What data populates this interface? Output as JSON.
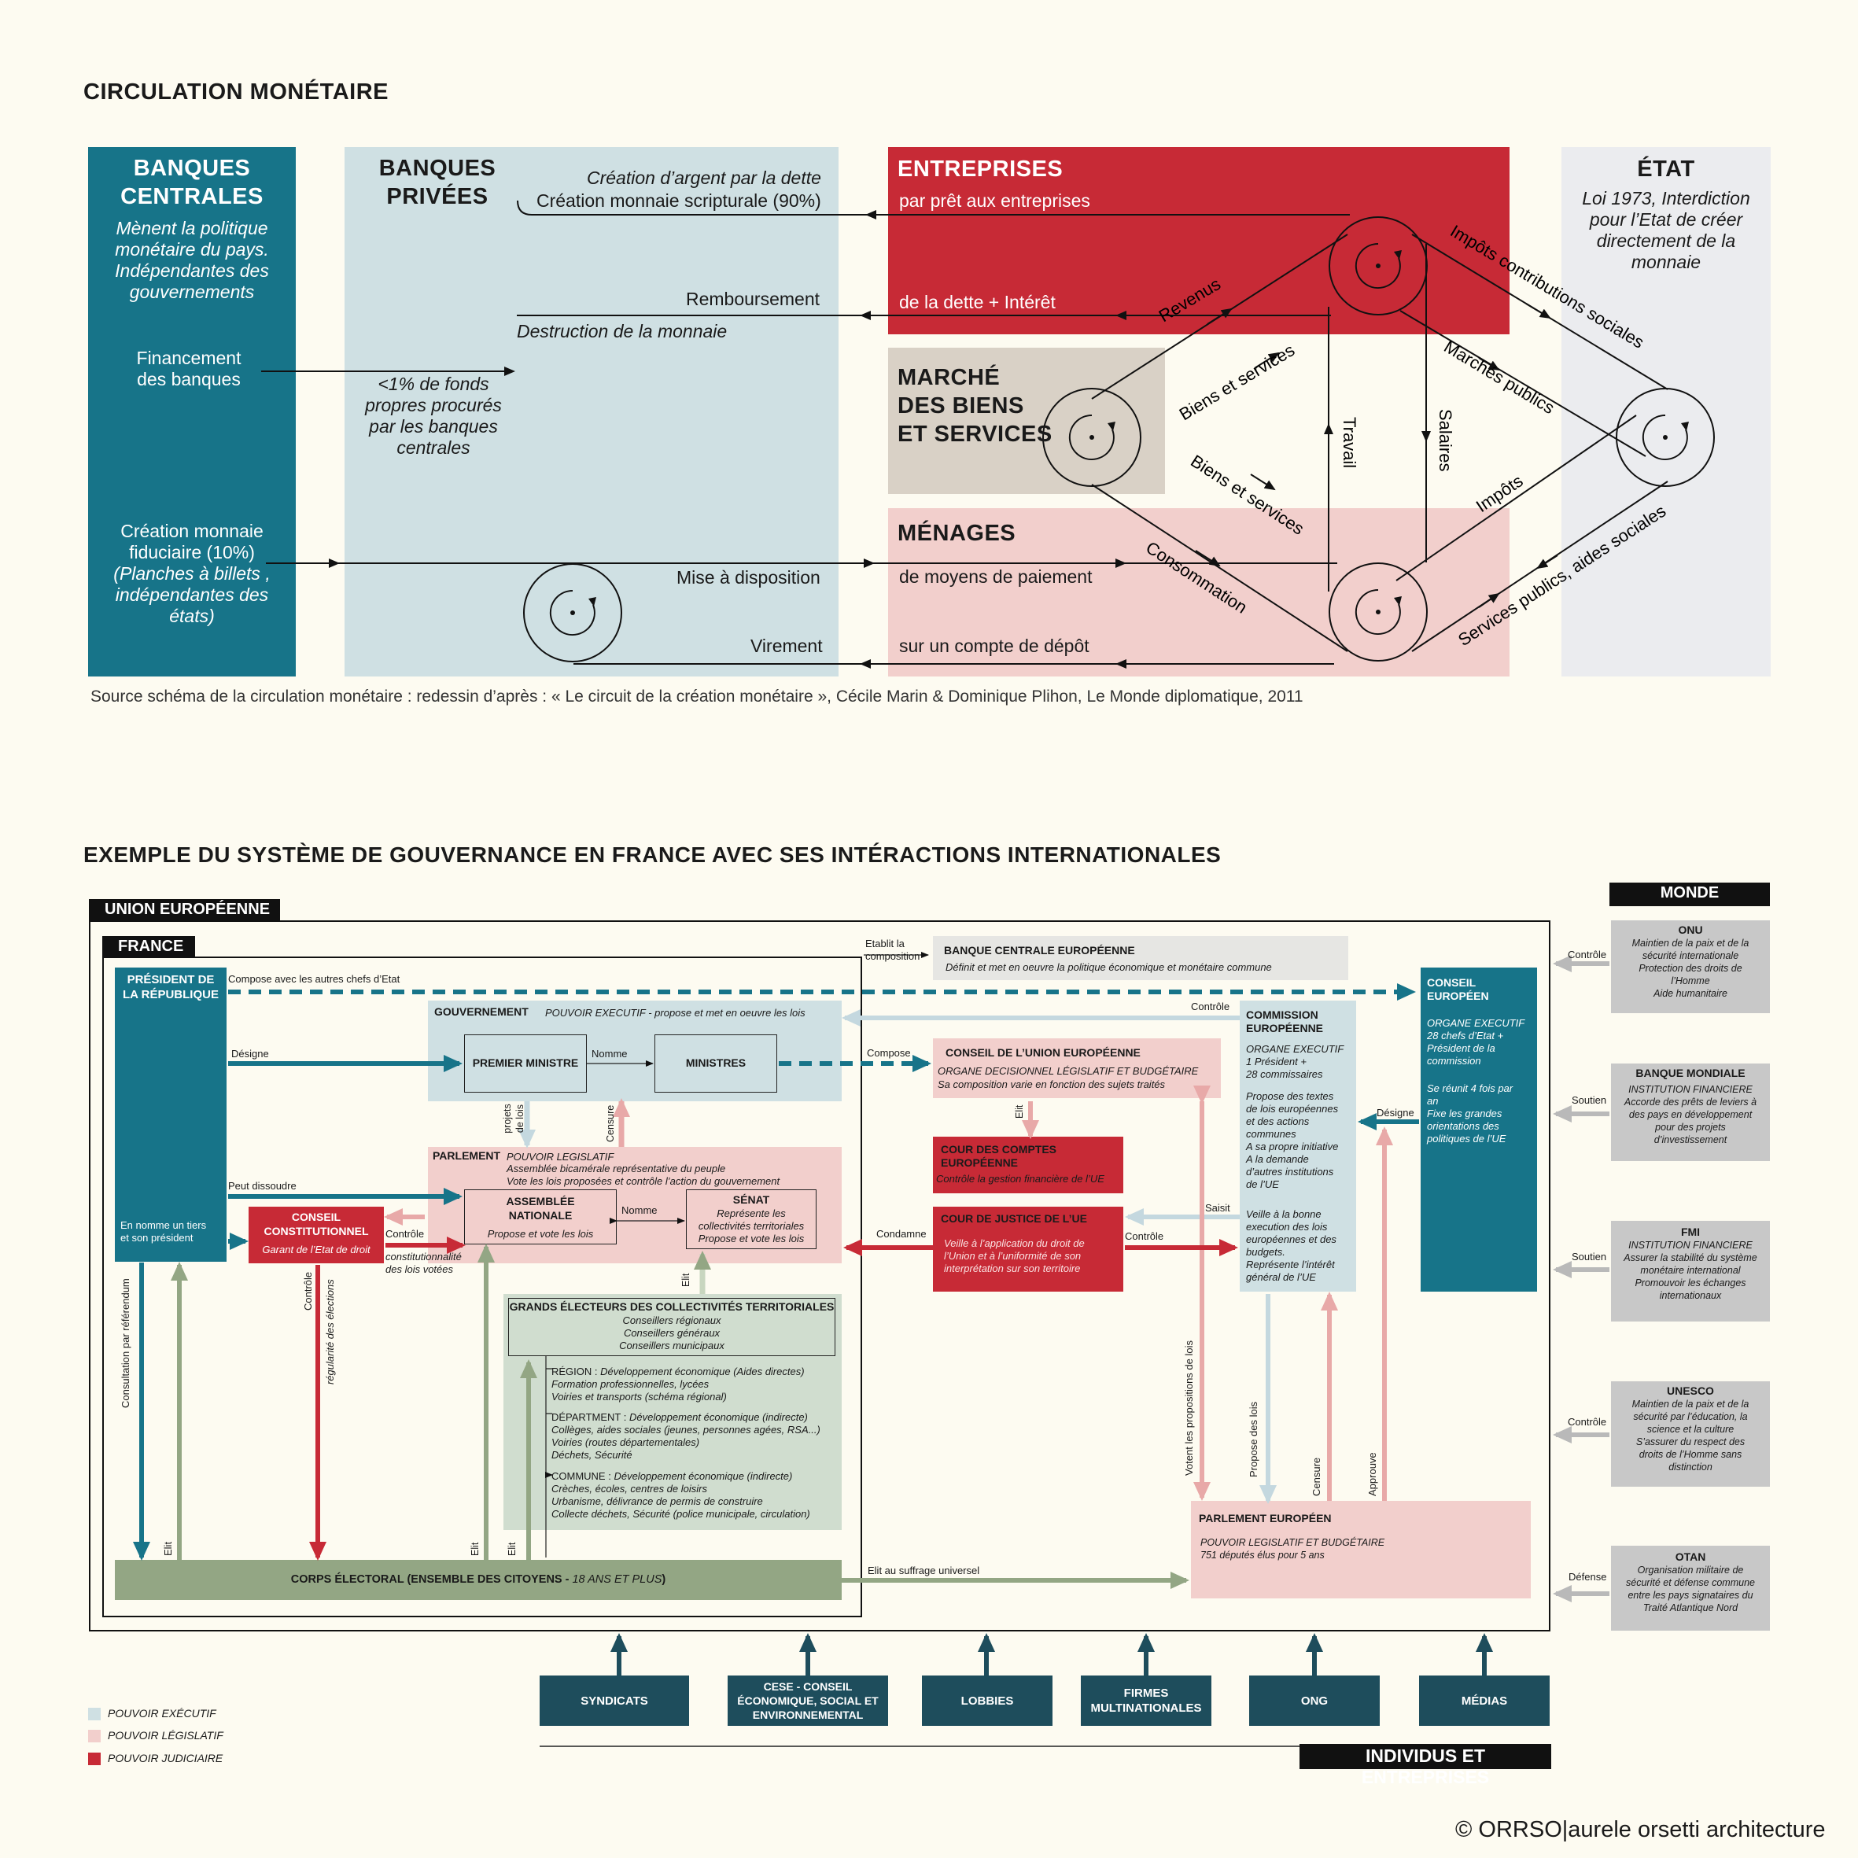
{
  "top": {
    "title": "CIRCULATION MONÉTAIRE",
    "bc": {
      "title": "BANQUES\nCENTRALES",
      "desc": "Mènent la politique\nmonétaire du pays.\nIndépendantes des\ngouvernements",
      "financement": "Financement\ndes banques",
      "creation": "Création monnaie\nfiduciaire (10%)",
      "creation_i": "(Planches à billets ,\nindépendantes des\nétats)"
    },
    "bp": {
      "title": "BANQUES\nPRIVÉES",
      "creation_dette": "Création d’argent par la dette",
      "scripturale": "Création monnaie scripturale (90%)",
      "remboursement": "Remboursement",
      "destruction": "Destruction de la monnaie",
      "fonds": "<1% de fonds\npropres procurés\npar les banques\ncentrales",
      "mise": "Mise à disposition",
      "virement": "Virement"
    },
    "ent": {
      "title": "ENTREPRISES",
      "pret": "par prêt aux entreprises",
      "dette": "de la dette + Intérêt"
    },
    "marche": {
      "title": "MARCHÉ\nDES BIENS\nET SERVICES"
    },
    "menages": {
      "title": "MÉNAGES",
      "moyens": "de moyens de paiement",
      "compte": "sur un compte de dépôt"
    },
    "etat": {
      "title": "ÉTAT",
      "desc": "Loi 1973, Interdiction\npour l’Etat de créer\ndirectement de la\nmonnaie"
    },
    "flows": {
      "revenus": "Revenus",
      "biens1": "Biens et services",
      "biens2": "Biens et services",
      "travail": "Travail",
      "salaires": "Salaires",
      "impots_contrib": "Impôts contributions sociales",
      "marches_publics": "Marchés publics",
      "impots": "Impôts",
      "consommation": "Consommation",
      "services_publics": "Services publics, aides sociales"
    },
    "source": "Source schéma de la circulation monétaire : redessin d’après : « Le circuit de la création monétaire », Cécile Marin & Dominique Plihon, Le Monde diplomatique, 2011"
  },
  "gov": {
    "title": "EXEMPLE DU SYSTÈME DE GOUVERNANCE EN FRANCE AVEC SES INTÉRACTIONS INTERNATIONALES",
    "ue_tag": "UNION EUROPÉENNE",
    "france_tag": "FRANCE",
    "monde_tag": "MONDE",
    "individus_tag": "INDIVIDUS ET ENTREPRISES",
    "president": {
      "title": "PRÉSIDENT DE\nLA RÉPUBLIQUE",
      "compose": "Compose avec les autres chefs d’Etat",
      "designe": "Désigne",
      "dissoudre": "Peut dissoudre",
      "nomme_tiers": "En nomme un tiers\net son président",
      "referendum": "Consultation par référendum",
      "elit": "Elit"
    },
    "gouvernement": {
      "title": "GOUVERNEMENT",
      "sub": "POUVOIR EXECUTIF - propose et met en oeuvre les lois",
      "pm": "PREMIER MINISTRE",
      "nomme": "Nomme",
      "ministres": "MINISTRES",
      "projets": "projets\nde lois",
      "censure": "Censure",
      "compose": "Compose"
    },
    "parlement": {
      "title": "PARLEMENT",
      "sub": "POUVOIR LEGISLATIF",
      "desc": "Assemblée bicamérale représentative du peuple\nVote les lois proposées et contrôle l’action du gouvernement",
      "an_title": "ASSEMBLÉE\nNATIONALE",
      "an_desc": "Propose et vote les lois",
      "nomme": "Nomme",
      "senat_title": "SÉNAT",
      "senat_desc": "Représente  les\ncollectivités territoriales\nPropose et vote les lois",
      "elit": "Elit"
    },
    "cc": {
      "title": "CONSEIL\nCONSTITUTIONNEL",
      "desc": "Garant de l’Etat de droit",
      "controle": "Contrôle",
      "constit": "constitutionnalité\ndes lois votées",
      "controle_v": "Contrôle",
      "regularite": "régularité des élections"
    },
    "ge": {
      "title": "GRANDS ÉLECTEURS DES COLLECTIVITÉS TERRITORIALES",
      "sub": "Conseillers régionaux\nConseillers généraux\nConseillers municipaux",
      "region_h": "RÉGION : ",
      "region": "Développement économique (Aides directes)\nFormation professionnelles, lycées\nVoiries et transports (schéma régional)",
      "dept_h": "DÉPARTMENT : ",
      "dept": "Développement économique (indirecte)\nCollèges, aides sociales (jeunes, personnes agées, RSA...)\nVoiries (routes départementales)\nDéchets, Sécurité",
      "commune_h": "COMMUNE : ",
      "commune": "Développement économique (indirecte)\nCrèches, écoles, centres de loisirs\nUrbanisme, délivrance de permis de construire\nCollecte déchets, Sécurité (police municipale, circulation)",
      "elit1": "Elit",
      "elit2": "Elit"
    },
    "ce": {
      "title": "CORPS ÉLECTORAL (ENSEMBLE DES CITOYENS - ",
      "sub": "18 ANS ET PLUS",
      "close": ")",
      "suffrage": "Elit au suffrage universel"
    },
    "bce": {
      "title": "BANQUE CENTRALE EUROPÉENNE",
      "desc": "Définit et met en oeuvre la politique économique et monétaire commune",
      "etablit": "Etablit la\ncomposition"
    },
    "cue": {
      "title": "CONSEIL DE  L’UNION EUROPÉENNE",
      "desc": "ORGANE DECISIONNEL LÉGISLATIF ET BUDGÉTAIRE",
      "desc2": "Sa composition varie en fonction des sujets traités",
      "elit": "Elit"
    },
    "ccomptes": {
      "title": "COUR DES COMPTES\nEUROPÉENNE",
      "desc": "Contrôle la gestion financière de l’UE"
    },
    "cjustice": {
      "title": "COUR DE JUSTICE DE  L’UE",
      "desc": "Veille à l’application du droit de\nl’Union et à l’uniformité de son\ninterprétation sur son territoire",
      "condamne": "Condamne",
      "saisit": "Saisit",
      "controle": "Contrôle"
    },
    "commission": {
      "title": "COMMISSION\nEUROPÉENNE",
      "desc": "ORGANE EXECUTIF\n1 Président +\n28 commissaires",
      "desc2": "Propose des textes\nde lois européennes\net des actions\ncommunes\nA sa propre initiative\nA la demande\nd’autres institutions\nde l’UE",
      "desc3": "Veille à la bonne\nexecution des lois\neuropéennes et des\nbudgets.\nReprésente l’intérêt\ngénéral de l’UE",
      "controle": "Contrôle"
    },
    "conseil_eu": {
      "title": "CONSEIL\nEUROPÉEN",
      "desc": "ORGANE EXECUTIF\n28 chefs d’Etat +\nPrésident de la\ncommission",
      "desc2": "Se réunit 4 fois par\nan\nFixe les grandes\norientations  des\npolitiques de l’UE",
      "designe": "Désigne"
    },
    "pe": {
      "title": "PARLEMENT EUROPÉEN",
      "desc": "POUVOIR LEGISLATIF ET BUDGÉTAIRE\n751 députés élus pour 5 ans",
      "votent": "Votent les propositions de lois",
      "propose": "Propose des lois",
      "censure": "Censure",
      "approuve": "Approuve"
    },
    "monde": [
      {
        "title": "ONU",
        "desc": "Maintien de la paix et de la\nsécurité internationale\nProtection des droits de\nl’Homme\nAide humanitaire",
        "label": "Contrôle"
      },
      {
        "title": "BANQUE MONDIALE",
        "desc": "INSTITUTION FINANCIERE\nAccorde des prêts de leviers à\ndes pays en développement\npour des projets\nd’investissement",
        "label": "Soutien"
      },
      {
        "title": "FMI",
        "desc": "INSTITUTION FINANCIERE\nAssurer la stabilité du système\nmonétaire international\nPromouvoir les échanges\ninternationaux",
        "label": "Soutien"
      },
      {
        "title": "UNESCO",
        "desc": "Maintien de la paix et de la\nsécurité par l’éducation, la\nscience et la culture\nS’assurer du respect des\ndroits de l’Homme sans\ndistinction",
        "label": "Contrôle"
      },
      {
        "title": "OTAN",
        "desc": "Organisation militaire de\nsécurité et défense commune\nentre les pays signataires du\nTraité Atlantique Nord",
        "label": "Défense"
      }
    ],
    "individus": [
      "SYNDICATS",
      "CESE - CONSEIL\nÉCONOMIQUE, SOCIAL ET\nENVIRONNEMENTAL",
      "LOBBIES",
      "FIRMES\nMULTINATIONALES",
      "ONG",
      "MÉDIAS"
    ],
    "legend": [
      "POUVOIR EXÉCUTIF",
      "POUVOIR LÉGISLATIF",
      "POUVOIR JUDICIAIRE"
    ]
  },
  "copyright": "© ORRSO|aurele orsetti architecture",
  "colors": {
    "teal": "#177489",
    "lightblue": "#cfe0e3",
    "red": "#c72a36",
    "pink": "#f2cfcc",
    "beige": "#d9d1c6",
    "grey": "#ebecef",
    "green": "#93a684",
    "darkteal": "#1e4d5c"
  }
}
